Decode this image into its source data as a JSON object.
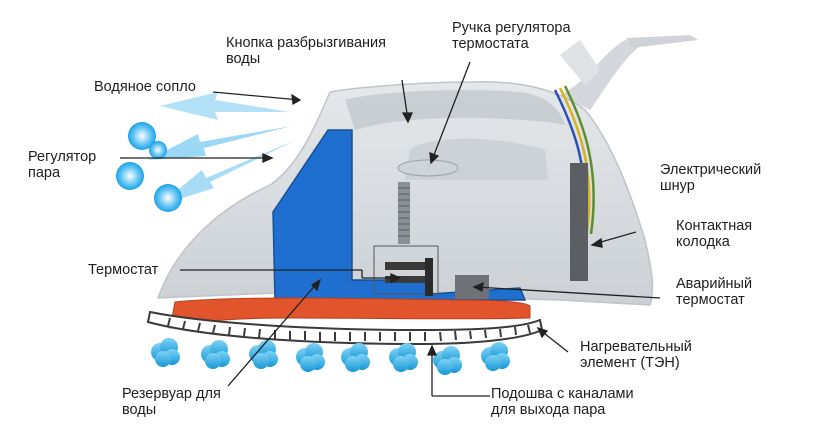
{
  "labels": {
    "spray_button": [
      "Кнопка разбрызгивания",
      "воды"
    ],
    "thermostat_knob": [
      "Ручка регулятора",
      "термостата"
    ],
    "water_nozzle": [
      "Водяное сопло"
    ],
    "steam_regulator": [
      "Регулятор",
      "пара"
    ],
    "power_cord": [
      "Электрический",
      "шнур"
    ],
    "terminal_block": [
      "Контактная",
      "колодка"
    ],
    "thermostat": [
      "Термостат"
    ],
    "safety_thermostat": [
      "Аварийный",
      "термостат"
    ],
    "heating_element": [
      "Нагревательный",
      "элемент (ТЭН)"
    ],
    "water_tank": [
      "Резервуар для",
      "воды"
    ],
    "soleplate": [
      "Подошва с каналами",
      "для выхода пара"
    ]
  },
  "colors": {
    "tank": "#1f6fd0",
    "heating_element": "#e2552c",
    "steam": "#1aa8e6",
    "spray": "#1aa3e8",
    "iron_body": "#d5d9dd",
    "soleplate": "#3a3a3a",
    "leader_line": "#222222"
  },
  "icons": {
    "steam_puff": "steam-cloud-icon",
    "spray_burst": "spray-burst-icon"
  }
}
